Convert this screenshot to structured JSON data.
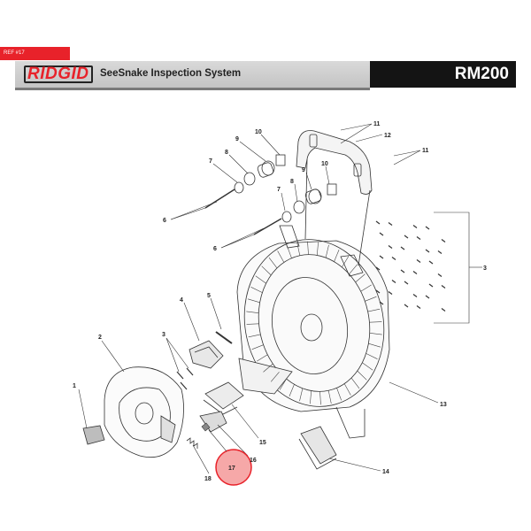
{
  "ref_tag": "REF #17",
  "header": {
    "logo": "RIDGID",
    "product": "SeeSnake Inspection System",
    "model": "RM200"
  },
  "callouts": {
    "c1": "1",
    "c2": "2",
    "c3a": "3",
    "c3b": "3",
    "c4": "4",
    "c5": "5",
    "c6a": "6",
    "c6b": "6",
    "c7a": "7",
    "c7b": "7",
    "c8a": "8",
    "c8b": "8",
    "c9a": "9",
    "c9b": "9",
    "c10a": "10",
    "c10b": "10",
    "c11a": "11",
    "c11b": "11",
    "c12": "12",
    "c13": "13",
    "c14": "14",
    "c15": "15",
    "c16": "16",
    "c17": "17",
    "c18": "18"
  },
  "colors": {
    "accent": "#e8222a",
    "highlight_fill": "#f6a8a8",
    "line": "#333333"
  }
}
